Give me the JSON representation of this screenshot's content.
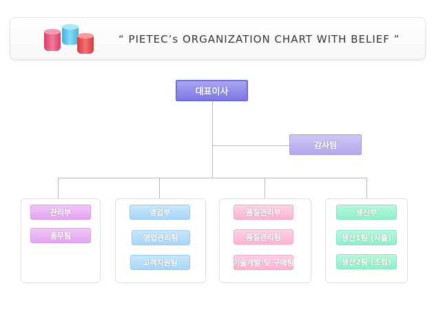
{
  "header": {
    "title": "“ PIETEC’s ORGANIZATION CHART WITH BELIEF ”",
    "decoration_icon": "cylinders-icon",
    "icon_colors": [
      "#e8517a",
      "#5ec7e8",
      "#e84f4f"
    ]
  },
  "org": {
    "ceo": "대표이사",
    "audit": "감사팀",
    "departments": [
      {
        "name": "관리부",
        "teams": [
          "총무팀"
        ],
        "color": "#e3a6f1"
      },
      {
        "name": "영업부",
        "teams": [
          "영업관리팀",
          "고객지원팀"
        ],
        "color": "#a7d6f7"
      },
      {
        "name": "품질관리부",
        "teams": [
          "품질관리팀",
          "기술개발 및 구매팀"
        ],
        "color": "#fbb4d2"
      },
      {
        "name": "생산부",
        "teams": [
          "생산1팀 (사출)",
          "생산2팀 (조립)"
        ],
        "color": "#8ff0c9"
      }
    ]
  }
}
